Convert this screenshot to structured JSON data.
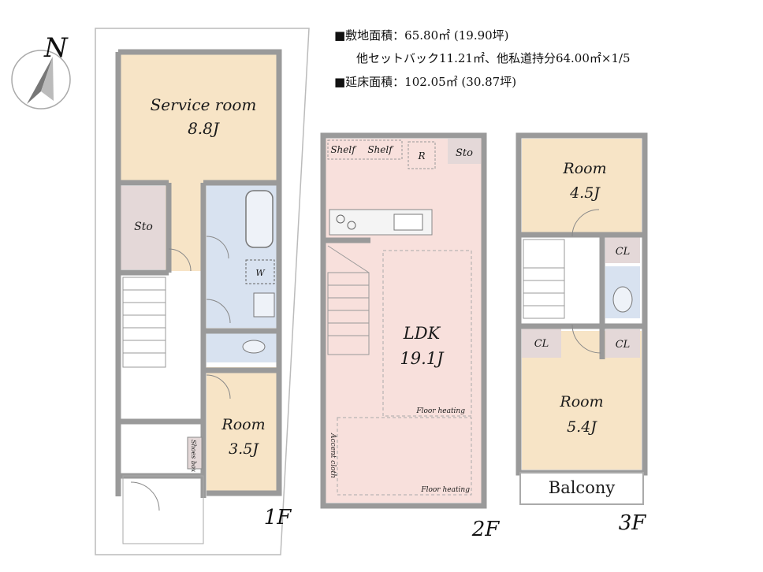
{
  "site": {
    "line1": "■敷地面積：65.80㎡ (19.90坪)",
    "line2": "他セットバック11.21㎡、他私道持分64.00㎡×1/5",
    "line3": "■延床面積：102.05㎡ (30.87坪)"
  },
  "compass": {
    "label": "N",
    "icon": "north-arrow-icon"
  },
  "floor1": {
    "label": "1F",
    "service_room": {
      "name": "Service room",
      "size": "8.8J"
    },
    "storage": "Sto",
    "washer": "W",
    "room": {
      "name": "Room",
      "size": "3.5J"
    },
    "shoes_box": "Shoes box"
  },
  "floor2": {
    "label": "2F",
    "shelf1": "Shelf",
    "shelf2": "Shelf",
    "fridge": "R",
    "storage": "Sto",
    "ldk": {
      "name": "LDK",
      "size": "19.1J"
    },
    "floor_heating_1": "Floor heating",
    "floor_heating_2": "Floor heating",
    "accent_cloth": "Accent cloth"
  },
  "floor3": {
    "label": "3F",
    "room_a": {
      "name": "Room",
      "size": "4.5J"
    },
    "cl1": "CL",
    "cl2": "CL",
    "cl3": "CL",
    "room_b": {
      "name": "Room",
      "size": "5.4J"
    },
    "balcony": "Balcony"
  },
  "colors": {
    "room_fill": "#f7e4c6",
    "ldk_fill": "#f8e0dc",
    "wet_fill": "#d8e2f0",
    "storage_fill": "#e4d8d8",
    "wall": "#999999"
  }
}
